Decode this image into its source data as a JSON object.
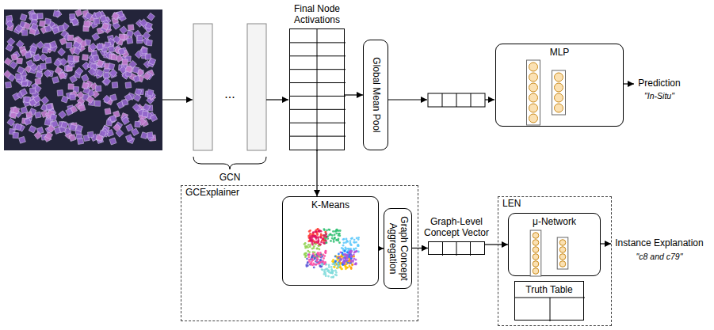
{
  "diagram": {
    "nodes": [
      {
        "text": [
          "Final Node Activations"
        ]
      },
      {
        "text": [
          "Global Mean Pool"
        ]
      },
      {
        "text": [
          "MLP"
        ]
      },
      {
        "text": [
          "GCExplainer"
        ]
      },
      {
        "text": [
          "K-Means"
        ],
        "in": 3
      },
      {
        "text": [
          "Graph Concept Aggregation"
        ],
        "in": 3
      },
      {
        "text": [
          "Graph-Level Concept Vector"
        ]
      },
      {
        "text": [
          "LEN"
        ]
      },
      {
        "text": [
          "μ-Network"
        ],
        "in": 7
      },
      {
        "text": [
          "Truth Table"
        ],
        "in": 7
      }
    ],
    "edges": [
      {
        "from": 0,
        "to": 1,
        "arrow": "to"
      },
      {
        "from": 0,
        "to": 4,
        "arrow": "to"
      },
      {
        "from": 4,
        "to": 5,
        "arrow": "to"
      },
      {
        "from": 5,
        "to": 6,
        "arrow": "to"
      },
      {
        "from": 6,
        "to": 8,
        "arrow": "to"
      }
    ],
    "labels": [
      "...",
      "GCN",
      "Prediction",
      "\"In-Situ\"",
      "Instance Explanation",
      "\"c8 and c79\""
    ]
  }
}
